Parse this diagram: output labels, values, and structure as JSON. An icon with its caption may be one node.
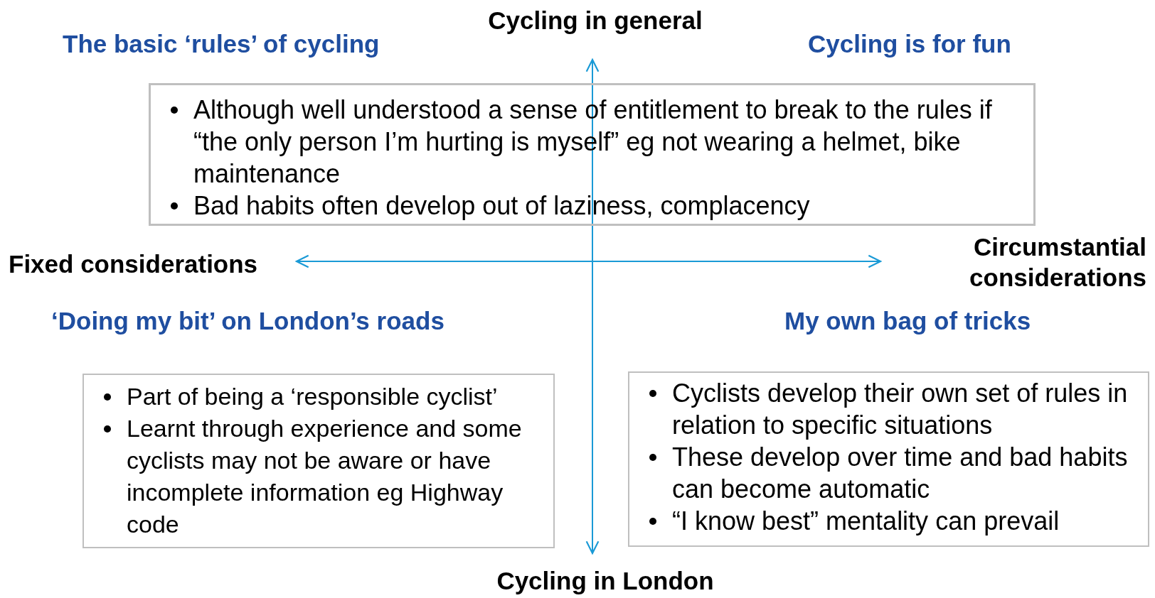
{
  "diagram": {
    "nodes": [
      {
        "text": [
          "Although well understood a sense of entitlement to break to the rules if “the only person I’m hurting is myself” eg not wearing a helmet, bike maintenance",
          "Bad habits often develop out of laziness, complacency"
        ]
      },
      {
        "text": [
          "Part of being a ‘responsible cyclist’",
          "Learnt through experience and some cyclists may not be aware or have incomplete information eg Highway code"
        ]
      },
      {
        "text": [
          "Cyclists develop their own set of rules in relation to specific situations",
          "These develop over time and bad habits can become automatic",
          "“I know best” mentality can prevail"
        ]
      }
    ],
    "labels": [
      "Cycling in general",
      "The basic ‘rules’ of cycling",
      "Cycling is for fun",
      "Fixed considerations",
      "Circumstantial considerations",
      "‘Doing my bit’ on London’s roads",
      "My own bag of tricks",
      "Cycling in London"
    ]
  }
}
